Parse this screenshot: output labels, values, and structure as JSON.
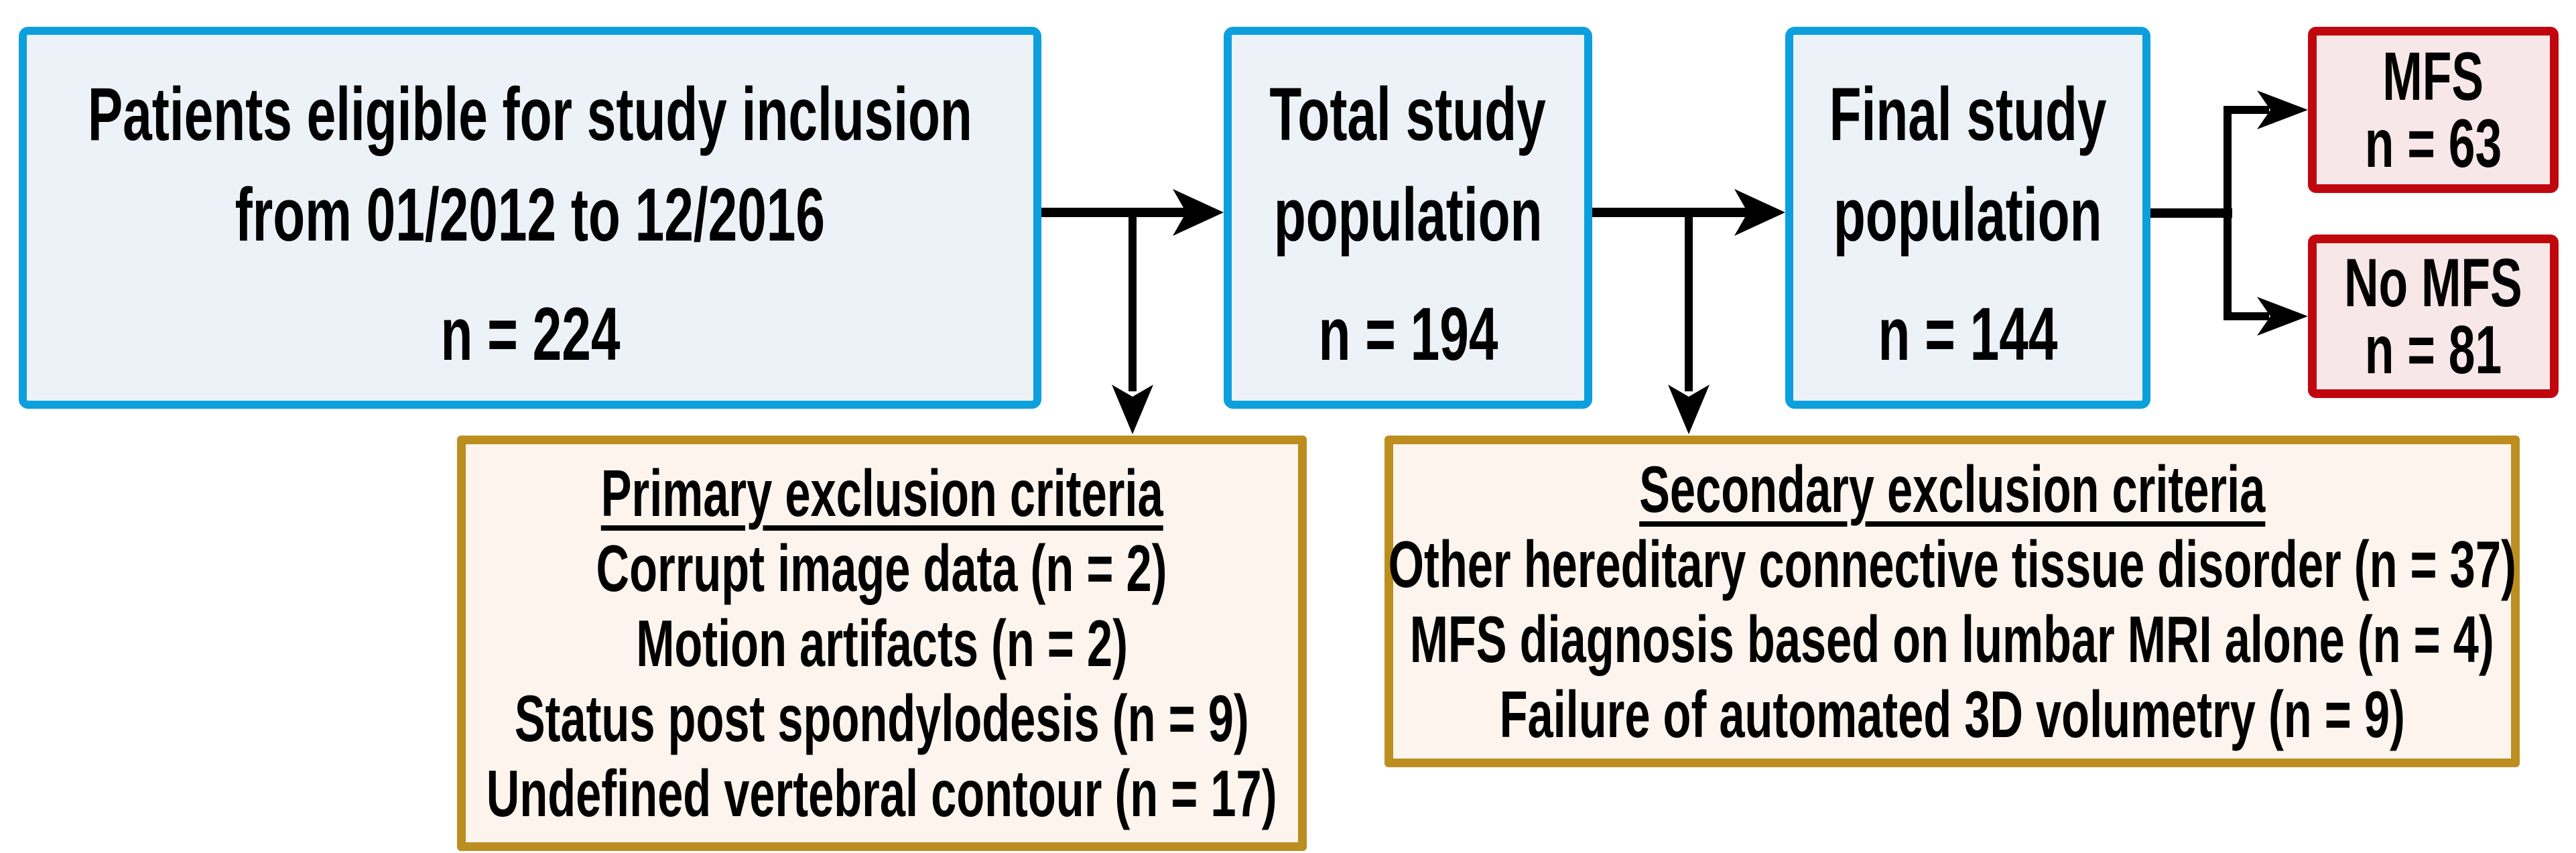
{
  "boxes": {
    "eligible": {
      "line1": "Patients eligible for study inclusion",
      "line2": "from 01/2012 to 12/2016",
      "n": "n = 224"
    },
    "total": {
      "line1": "Total study",
      "line2": "population",
      "n": "n = 194"
    },
    "final": {
      "line1": "Final study",
      "line2": "population",
      "n": "n = 144"
    },
    "mfs": {
      "label": "MFS",
      "n": "n = 63"
    },
    "no_mfs": {
      "label": "No MFS",
      "n": "n = 81"
    },
    "primary_exclusion": {
      "title": "Primary exclusion criteria",
      "items": [
        "Corrupt image data (n = 2)",
        "Motion artifacts (n = 2)",
        "Status post spondylodesis (n = 9)",
        "Undefined vertebral contour (n = 17)"
      ]
    },
    "secondary_exclusion": {
      "title": "Secondary exclusion criteria",
      "items": [
        "Other hereditary connective tissue disorder (n = 37)",
        "MFS diagnosis based on lumbar MRI alone (n = 4)",
        "Failure of automated 3D volumetry (n = 9)"
      ]
    }
  },
  "colors": {
    "box-blue-border": "#0C9FDD",
    "box-blue-fill": "#ECF2F8",
    "box-red-border": "#C1070E",
    "box-red-fill": "#F8E7E9",
    "box-gold-border": "#BC8E20",
    "box-gold-fill": "#FDF4EE",
    "arrow": "#000000",
    "text": "#000000"
  }
}
